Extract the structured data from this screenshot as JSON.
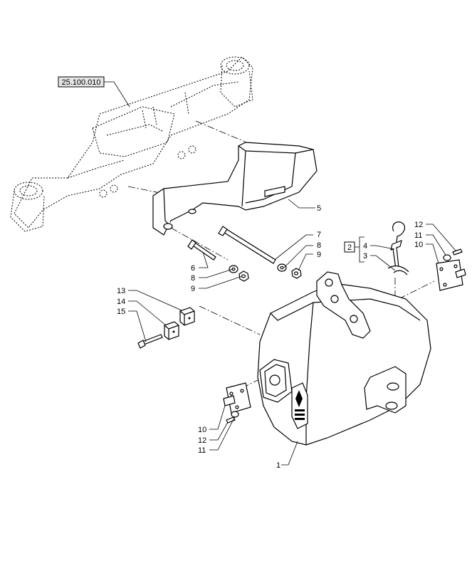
{
  "reference_box": {
    "text": "25.100.010",
    "fill": "#e6e6e6"
  },
  "kit_box": {
    "text": "2"
  },
  "callouts": {
    "c1": "1",
    "c3": "3",
    "c4": "4",
    "c5": "5",
    "c6": "6",
    "c7": "7",
    "c8a": "8",
    "c8b": "8",
    "c9a": "9",
    "c9b": "9",
    "c10a": "10",
    "c10b": "10",
    "c11a": "11",
    "c11b": "11",
    "c12a": "12",
    "c12b": "12",
    "c13": "13",
    "c14": "14",
    "c15": "15"
  },
  "icons": [
    "front-axle-ghost-icon",
    "weight-bracket-icon",
    "front-weight-icon",
    "tow-pin-icon",
    "plate-icon",
    "bolt-icon",
    "nut-icon",
    "washer-icon",
    "spacer-block-icon"
  ]
}
